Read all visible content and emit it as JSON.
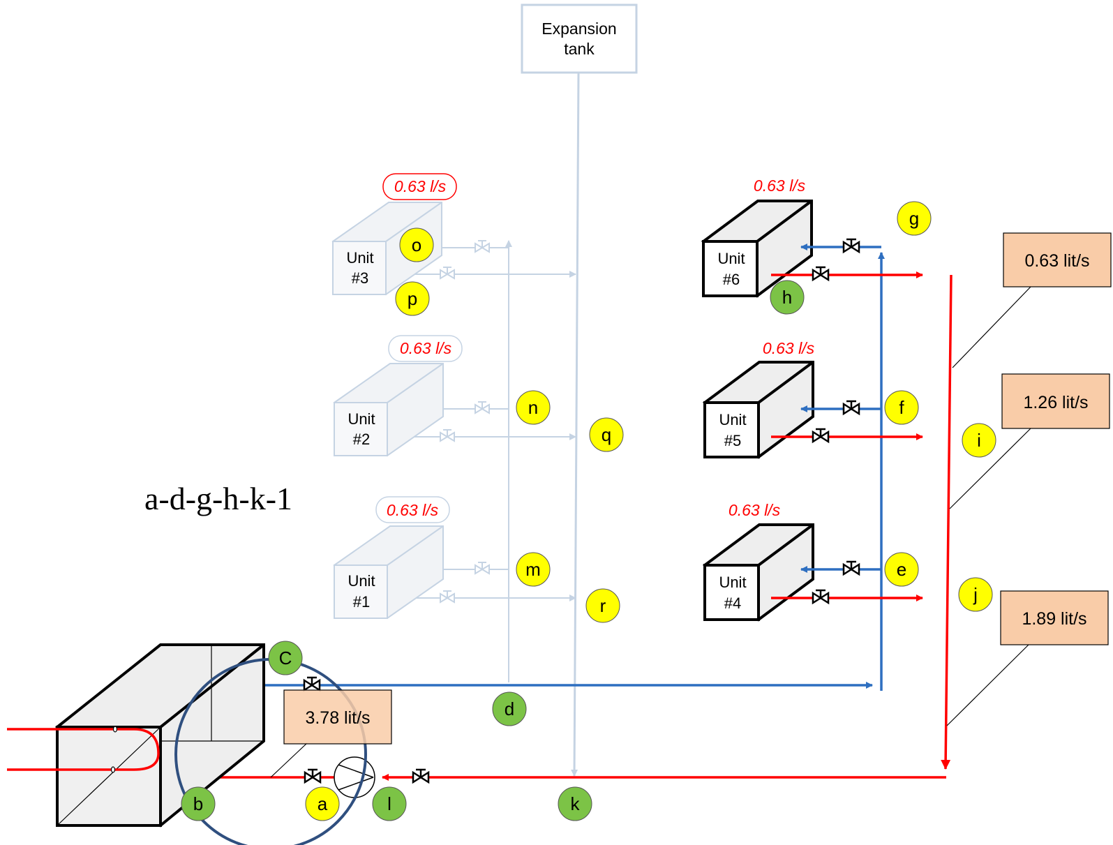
{
  "expansion_tank": {
    "label_line1": "Expansion",
    "label_line2": "tank"
  },
  "path_label": "a-d-g-h-k-1",
  "units": {
    "u1": {
      "name": "Unit",
      "num": "#1",
      "flow": "0.63 l/s"
    },
    "u2": {
      "name": "Unit",
      "num": "#2",
      "flow": "0.63 l/s"
    },
    "u3": {
      "name": "Unit",
      "num": "#3",
      "flow": "0.63 l/s"
    },
    "u4": {
      "name": "Unit",
      "num": "#4",
      "flow": "0.63 l/s"
    },
    "u5": {
      "name": "Unit",
      "num": "#5",
      "flow": "0.63 l/s"
    },
    "u6": {
      "name": "Unit",
      "num": "#6",
      "flow": "0.63 l/s"
    }
  },
  "callouts": {
    "main": "3.78 lit/s",
    "top": "0.63 lit/s",
    "mid": "1.26 lit/s",
    "bottom": "1.89 lit/s"
  },
  "nodes": {
    "a": "a",
    "b": "b",
    "c": "C",
    "d": "d",
    "e": "e",
    "f": "f",
    "g": "g",
    "h": "h",
    "i": "i",
    "j": "j",
    "k": "k",
    "l": "l",
    "m": "m",
    "n": "n",
    "o": "o",
    "p": "p",
    "q": "q",
    "r": "r"
  },
  "colors": {
    "supply_red": "#ff0000",
    "return_blue": "#2e6fc0",
    "faded": "#c5d3e3",
    "node_yellow": "#ffff00",
    "node_green": "#7cc346",
    "callout_fill": "#f9cca8",
    "highlight_circle": "#2f4f7f"
  }
}
